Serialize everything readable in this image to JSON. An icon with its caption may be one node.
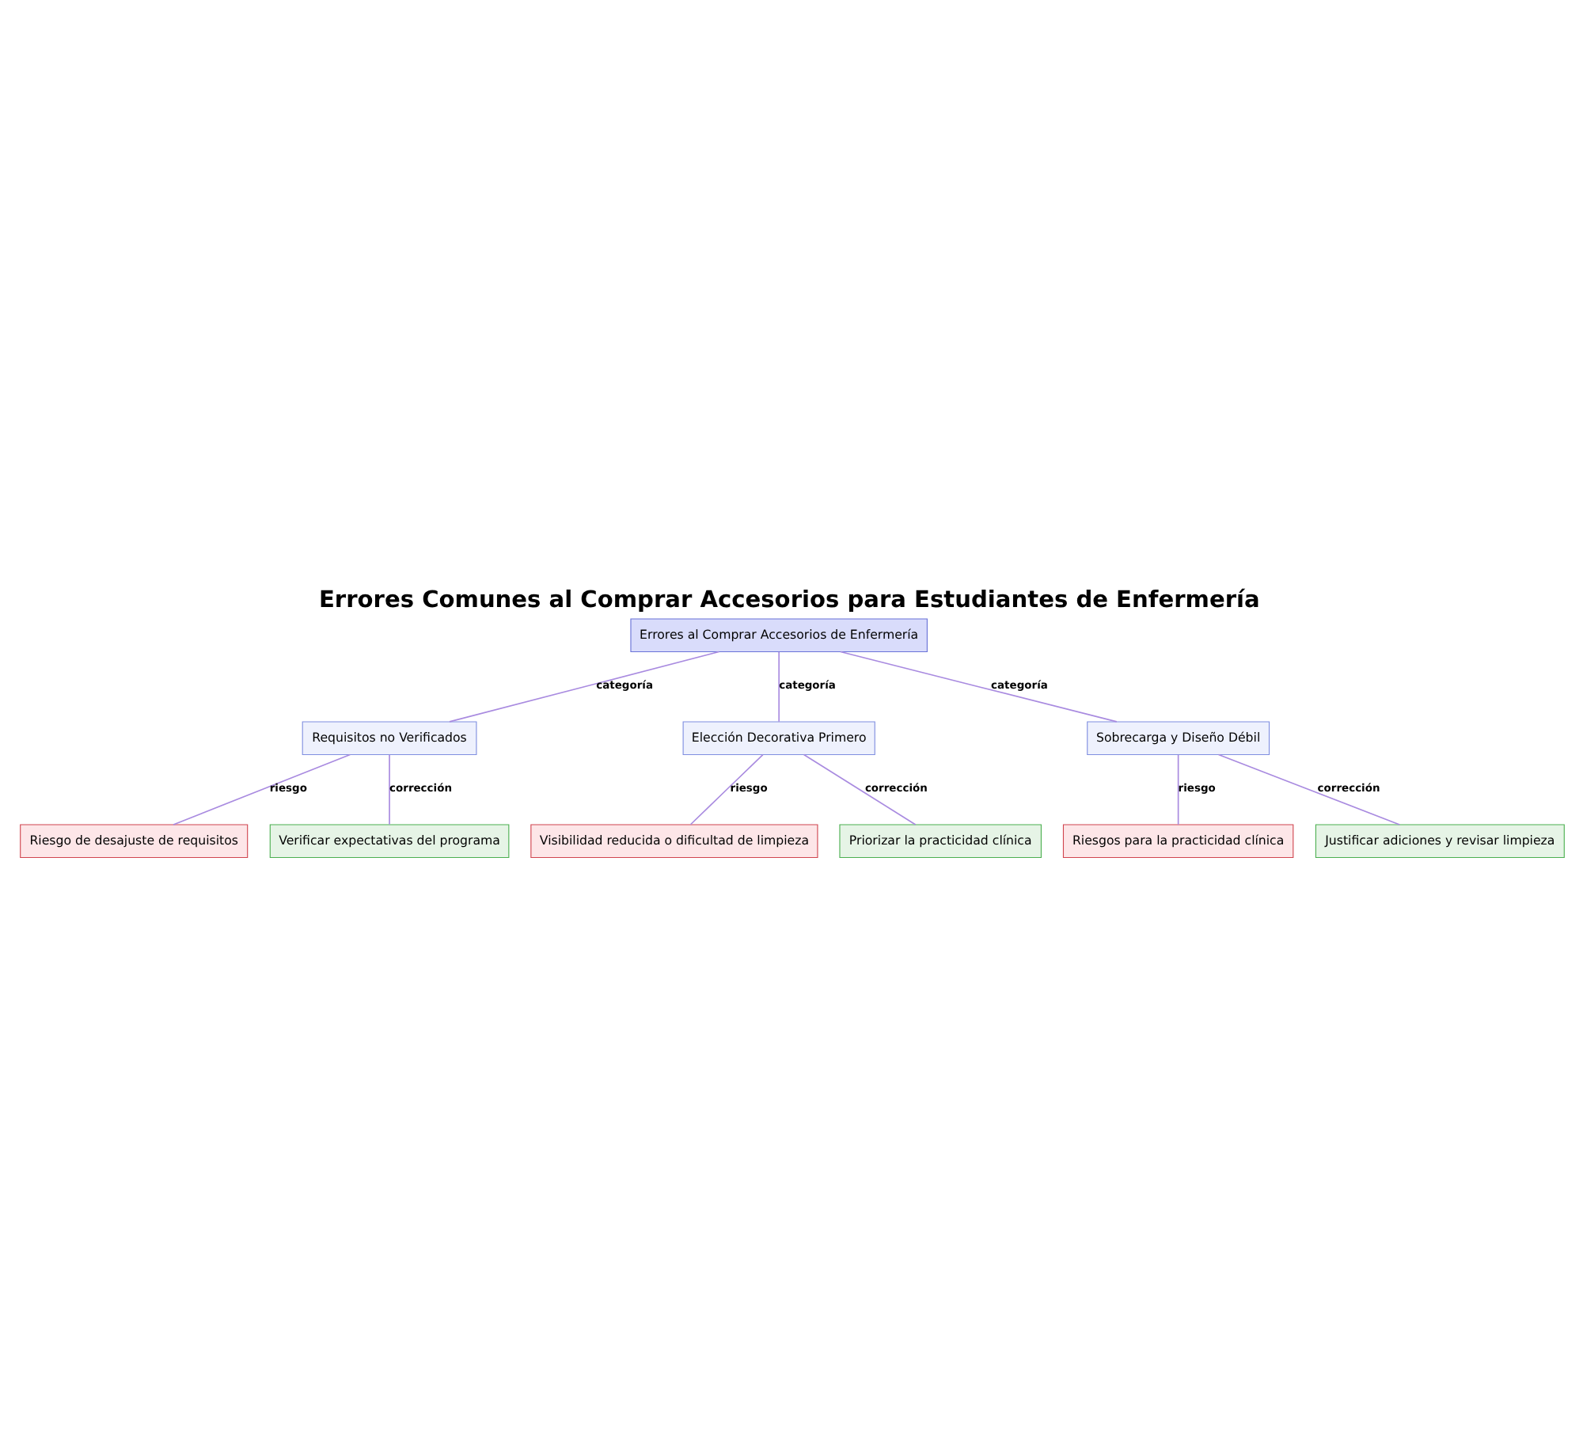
{
  "diagram": {
    "title": "Errores Comunes al Comprar Accesorios para Estudiantes de Enfermería",
    "nodes": [
      {
        "text": [
          "Errores al Comprar Accesorios de Enfermería"
        ]
      },
      {
        "text": [
          "Requisitos no Verificados"
        ]
      },
      {
        "text": [
          "Elección Decorativa Primero"
        ]
      },
      {
        "text": [
          "Sobrecarga y Diseño Débil"
        ]
      },
      {
        "text": [
          "Riesgo de desajuste de requisitos"
        ]
      },
      {
        "text": [
          "Verificar expectativas del programa"
        ]
      },
      {
        "text": [
          "Visibilidad reducida o dificultad de limpieza"
        ]
      },
      {
        "text": [
          "Priorizar la practicidad clínica"
        ]
      },
      {
        "text": [
          "Riesgos para la practicidad clínica"
        ]
      },
      {
        "text": [
          "Justificar adiciones y revisar limpieza"
        ]
      }
    ],
    "edges": [
      {
        "from": 0,
        "to": 1,
        "arrow": "none",
        "label": "categoría"
      },
      {
        "from": 0,
        "to": 2,
        "arrow": "none",
        "label": "categoría"
      },
      {
        "from": 0,
        "to": 3,
        "arrow": "none",
        "label": "categoría"
      },
      {
        "from": 1,
        "to": 4,
        "arrow": "none",
        "label": "riesgo"
      },
      {
        "from": 1,
        "to": 5,
        "arrow": "none",
        "label": "corrección"
      },
      {
        "from": 2,
        "to": 6,
        "arrow": "none",
        "label": "riesgo"
      },
      {
        "from": 2,
        "to": 7,
        "arrow": "none",
        "label": "corrección"
      },
      {
        "from": 3,
        "to": 8,
        "arrow": "none",
        "label": "riesgo"
      },
      {
        "from": 3,
        "to": 9,
        "arrow": "none",
        "label": "corrección"
      }
    ]
  }
}
